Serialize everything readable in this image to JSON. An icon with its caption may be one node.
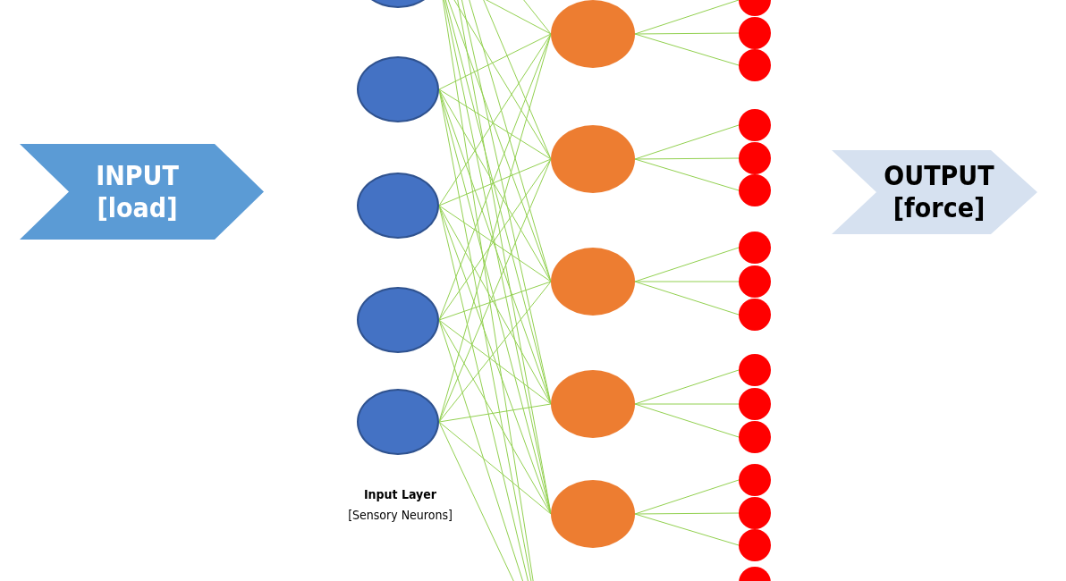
{
  "diagram": {
    "nodes": [
      {
        "text": [
          "INPUT [load]"
        ]
      },
      {
        "text": [],
        "shape": "circle"
      },
      {
        "text": [],
        "shape": "circle"
      },
      {
        "text": [],
        "shape": "circle"
      },
      {
        "text": [],
        "shape": "circle"
      },
      {
        "text": [],
        "shape": "circle"
      },
      {
        "text": [],
        "shape": "circle"
      },
      {
        "text": [],
        "shape": "circle"
      },
      {
        "text": [],
        "shape": "circle"
      },
      {
        "text": [],
        "shape": "circle"
      },
      {
        "text": [],
        "shape": "circle"
      },
      {
        "text": [],
        "shape": "circle"
      },
      {
        "text": [],
        "shape": "circle"
      },
      {
        "text": [],
        "shape": "circle"
      },
      {
        "text": [],
        "shape": "circle"
      },
      {
        "text": [],
        "shape": "circle"
      },
      {
        "text": [],
        "shape": "circle"
      },
      {
        "text": [],
        "shape": "circle"
      },
      {
        "text": [],
        "shape": "circle"
      },
      {
        "text": [],
        "shape": "circle"
      },
      {
        "text": [],
        "shape": "circle"
      },
      {
        "text": [],
        "shape": "circle"
      },
      {
        "text": [],
        "shape": "circle"
      },
      {
        "text": [],
        "shape": "circle"
      },
      {
        "text": [],
        "shape": "circle"
      },
      {
        "text": [],
        "shape": "circle"
      },
      {
        "text": [],
        "shape": "circle"
      },
      {
        "text": [
          "OUTPUT [force]"
        ]
      }
    ],
    "edges": [
      {
        "from": 1,
        "to": 6,
        "arrow": "none"
      },
      {
        "from": 1,
        "to": 7,
        "arrow": "none"
      },
      {
        "from": 1,
        "to": 8,
        "arrow": "none"
      },
      {
        "from": 1,
        "to": 9,
        "arrow": "none"
      },
      {
        "from": 1,
        "to": 10,
        "arrow": "none"
      },
      {
        "from": 2,
        "to": 6,
        "arrow": "none"
      },
      {
        "from": 2,
        "to": 7,
        "arrow": "none"
      },
      {
        "from": 2,
        "to": 8,
        "arrow": "none"
      },
      {
        "from": 2,
        "to": 9,
        "arrow": "none"
      },
      {
        "from": 2,
        "to": 10,
        "arrow": "none"
      },
      {
        "from": 3,
        "to": 6,
        "arrow": "none"
      },
      {
        "from": 3,
        "to": 7,
        "arrow": "none"
      },
      {
        "from": 3,
        "to": 8,
        "arrow": "none"
      },
      {
        "from": 3,
        "to": 9,
        "arrow": "none"
      },
      {
        "from": 3,
        "to": 10,
        "arrow": "none"
      },
      {
        "from": 4,
        "to": 6,
        "arrow": "none"
      },
      {
        "from": 4,
        "to": 7,
        "arrow": "none"
      },
      {
        "from": 4,
        "to": 8,
        "arrow": "none"
      },
      {
        "from": 4,
        "to": 9,
        "arrow": "none"
      },
      {
        "from": 4,
        "to": 10,
        "arrow": "none"
      },
      {
        "from": 5,
        "to": 6,
        "arrow": "none"
      },
      {
        "from": 5,
        "to": 7,
        "arrow": "none"
      },
      {
        "from": 5,
        "to": 8,
        "arrow": "none"
      },
      {
        "from": 5,
        "to": 9,
        "arrow": "none"
      },
      {
        "from": 5,
        "to": 10,
        "arrow": "none"
      },
      {
        "from": null,
        "to": 6,
        "arrow": "none"
      },
      {
        "from": null,
        "to": 7,
        "arrow": "none"
      },
      {
        "from": null,
        "to": 8,
        "arrow": "none"
      },
      {
        "from": null,
        "to": 9,
        "arrow": "none"
      },
      {
        "from": null,
        "to": 10,
        "arrow": "none"
      },
      {
        "from": 1,
        "to": null,
        "arrow": "none"
      },
      {
        "from": 2,
        "to": null,
        "arrow": "none"
      },
      {
        "from": 3,
        "to": null,
        "arrow": "none"
      },
      {
        "from": 4,
        "to": null,
        "arrow": "none"
      },
      {
        "from": 5,
        "to": null,
        "arrow": "none"
      },
      {
        "from": 6,
        "to": 11,
        "arrow": "none"
      },
      {
        "from": 6,
        "to": 12,
        "arrow": "none"
      },
      {
        "from": 6,
        "to": 13,
        "arrow": "none"
      },
      {
        "from": 7,
        "to": 14,
        "arrow": "none"
      },
      {
        "from": 7,
        "to": 15,
        "arrow": "none"
      },
      {
        "from": 7,
        "to": 16,
        "arrow": "none"
      },
      {
        "from": 8,
        "to": 17,
        "arrow": "none"
      },
      {
        "from": 8,
        "to": 18,
        "arrow": "none"
      },
      {
        "from": 8,
        "to": 19,
        "arrow": "none"
      },
      {
        "from": 9,
        "to": 20,
        "arrow": "none"
      },
      {
        "from": 9,
        "to": 21,
        "arrow": "none"
      },
      {
        "from": 9,
        "to": 22,
        "arrow": "none"
      },
      {
        "from": 10,
        "to": 23,
        "arrow": "none"
      },
      {
        "from": 10,
        "to": 24,
        "arrow": "none"
      },
      {
        "from": 10,
        "to": 25,
        "arrow": "none"
      }
    ],
    "labels": [
      "Input Layer",
      "[Sensory Neurons]"
    ]
  }
}
